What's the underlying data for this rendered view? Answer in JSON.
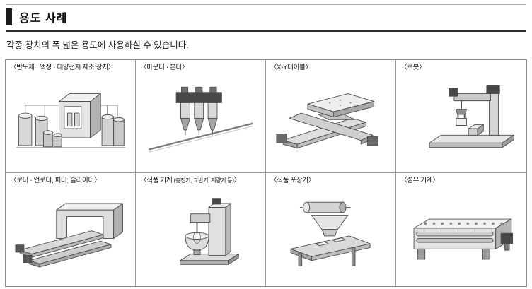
{
  "colors": {
    "header_bar": "#1a1a1a",
    "rule_dark": "#2b2b2b",
    "rule_light": "#a9a9a9",
    "table_border": "#8c8c8c",
    "text": "#1a1a1a"
  },
  "header": {
    "title": "용도 사례"
  },
  "intro": {
    "text": "각종 장치의 폭 넓은 용도에 사용하실 수 있습니다."
  },
  "grid": {
    "cells": [
      {
        "label": "〈반도체 · 액정 · 태양전지 제조 장치〉",
        "icon": "semiconductor-lcd-solar-equipment-illustration"
      },
      {
        "label": "〈마운터 · 본더〉",
        "icon": "mounter-bonder-illustration"
      },
      {
        "label": "〈X-Y테이블〉",
        "icon": "xy-table-illustration"
      },
      {
        "label": "〈로봇〉",
        "icon": "robot-illustration"
      },
      {
        "label": "〈로더 · 언로더, 피더, 슬라이더〉",
        "icon": "loader-unloader-feeder-slider-illustration"
      },
      {
        "label": "〈식품 기계 ",
        "label_small": "(충전기, 교반기, 계량기 등)",
        "label_close": "〉",
        "icon": "food-machine-illustration"
      },
      {
        "label": "〈식품 포장기〉",
        "icon": "food-packaging-machine-illustration"
      },
      {
        "label": "〈섬유 기계〉",
        "icon": "textile-machine-illustration"
      }
    ]
  }
}
